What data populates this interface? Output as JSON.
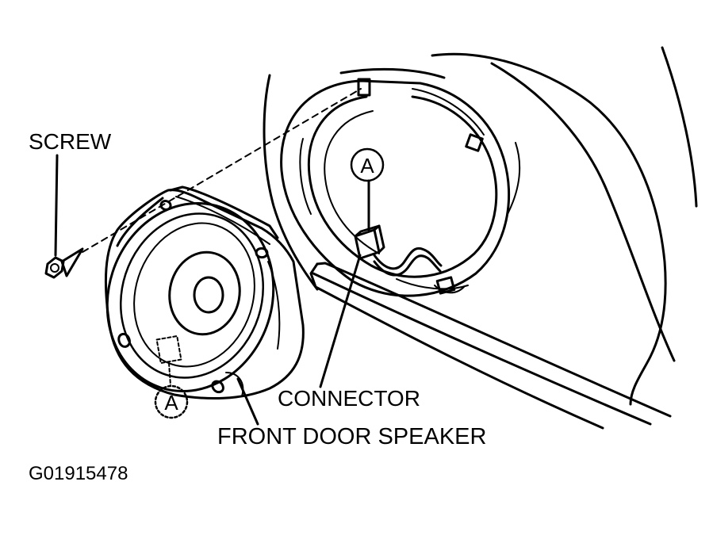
{
  "labels": {
    "screw": "SCREW",
    "connector": "CONNECTOR",
    "front_door_speaker": "FRONT DOOR SPEAKER",
    "callout_a_upper": "A",
    "callout_a_lower": "A",
    "figure_id": "G01915478"
  },
  "colors": {
    "ink": "#000000",
    "paper": "#ffffff"
  }
}
